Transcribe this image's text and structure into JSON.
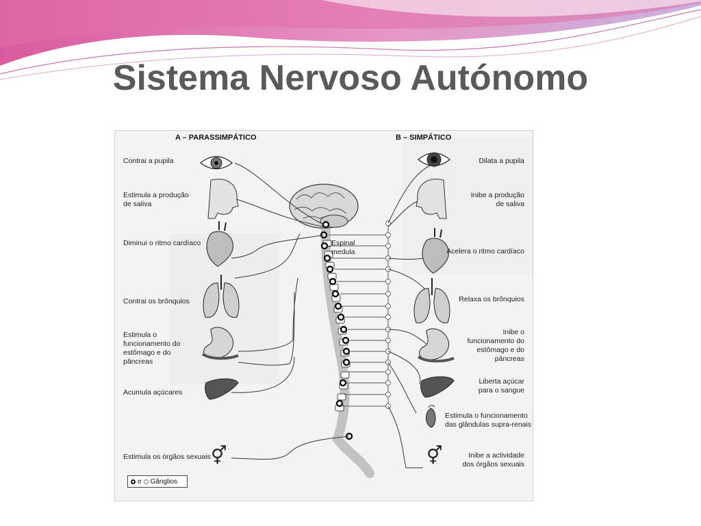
{
  "slide": {
    "title": "Sistema Nervoso Autónomo"
  },
  "colors": {
    "banner_pink": "#e07fb2",
    "banner_violet": "#b9a3d8",
    "title_gray": "#5a5a5a"
  },
  "diagram": {
    "para_heading": "A – PARASSIMPÁTICO",
    "symp_heading": "B – SIMPÁTICO",
    "spinal_label": "Espinal\nmedula",
    "legend": {
      "connector": "e",
      "label": "Gânglios"
    },
    "para_labels": {
      "pupil": "Contrai a pupila",
      "saliva": "Estimula a produção\nde saliva",
      "heart": "Diminui o ritmo cardíaco",
      "bronchi": "Contrai os brônquios",
      "stomach": "Estimula o\nfuncionamento do\nestômago e do\npâncreas",
      "sugar": "Acumula açúcares",
      "sexual": "Estimula os órgãos sexuais"
    },
    "symp_labels": {
      "pupil": "Dilata a pupila",
      "saliva": "Inibe a produção\nde saliva",
      "heart": "Acelera o ritmo cardíaco",
      "bronchi": "Relaxa os brônquios",
      "stomach": "Inibe o\nfuncionamento do\nestômago e do\npâncreas",
      "sugar": "Liberta açúcar\npara o sangue",
      "adrenal": "Estimula o funcionamento\ndas glândulas supra-renais",
      "sexual": "Inibe a actividade\ndos órgãos sexuais"
    },
    "icons": {
      "eye": "eye-icon",
      "head": "head-profile-icon",
      "heart": "heart-icon",
      "lungs": "lungs-icon",
      "stomach": "stomach-icon",
      "liver": "liver-icon",
      "kidney": "adrenal-kidney-icon",
      "sex_symbol": "⚥"
    }
  }
}
